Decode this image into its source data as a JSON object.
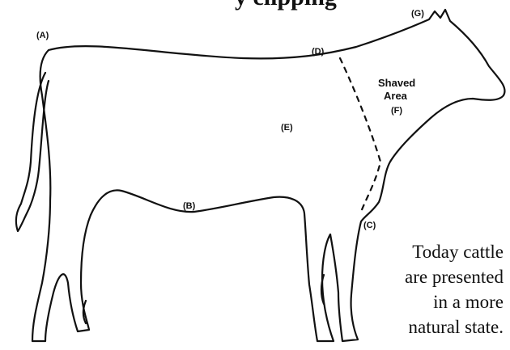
{
  "header_fragment": "y clipping",
  "labels": {
    "a": "(A)",
    "b": "(B)",
    "c": "(C)",
    "d": "(D)",
    "e": "(E)",
    "f": "(F)",
    "g": "(G)",
    "shaved_line1": "Shaved",
    "shaved_line2": "Area"
  },
  "caption": {
    "line1": "Today cattle",
    "line2": "are presented",
    "line3": "in a more",
    "line4": "natural state."
  }
}
